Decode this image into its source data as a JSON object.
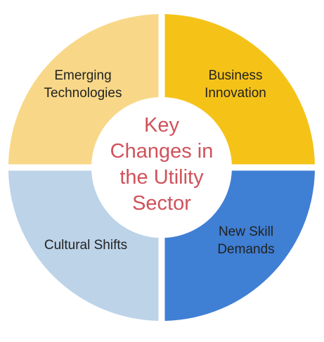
{
  "center": {
    "lines": [
      "Key",
      "Changes in",
      "the Utility",
      "Sector"
    ],
    "color": "#d0525a"
  },
  "quadrants": [
    {
      "id": "top-left",
      "lines": [
        "Emerging",
        "Technologies"
      ],
      "color": "#f8d888"
    },
    {
      "id": "top-right",
      "lines": [
        "Business",
        "Innovation"
      ],
      "color": "#f5c318"
    },
    {
      "id": "bottom-left",
      "lines": [
        "Cultural Shifts"
      ],
      "color": "#bcd3e8"
    },
    {
      "id": "bottom-right",
      "lines": [
        "New Skill",
        "Demands"
      ],
      "color": "#3f7fd4"
    }
  ]
}
